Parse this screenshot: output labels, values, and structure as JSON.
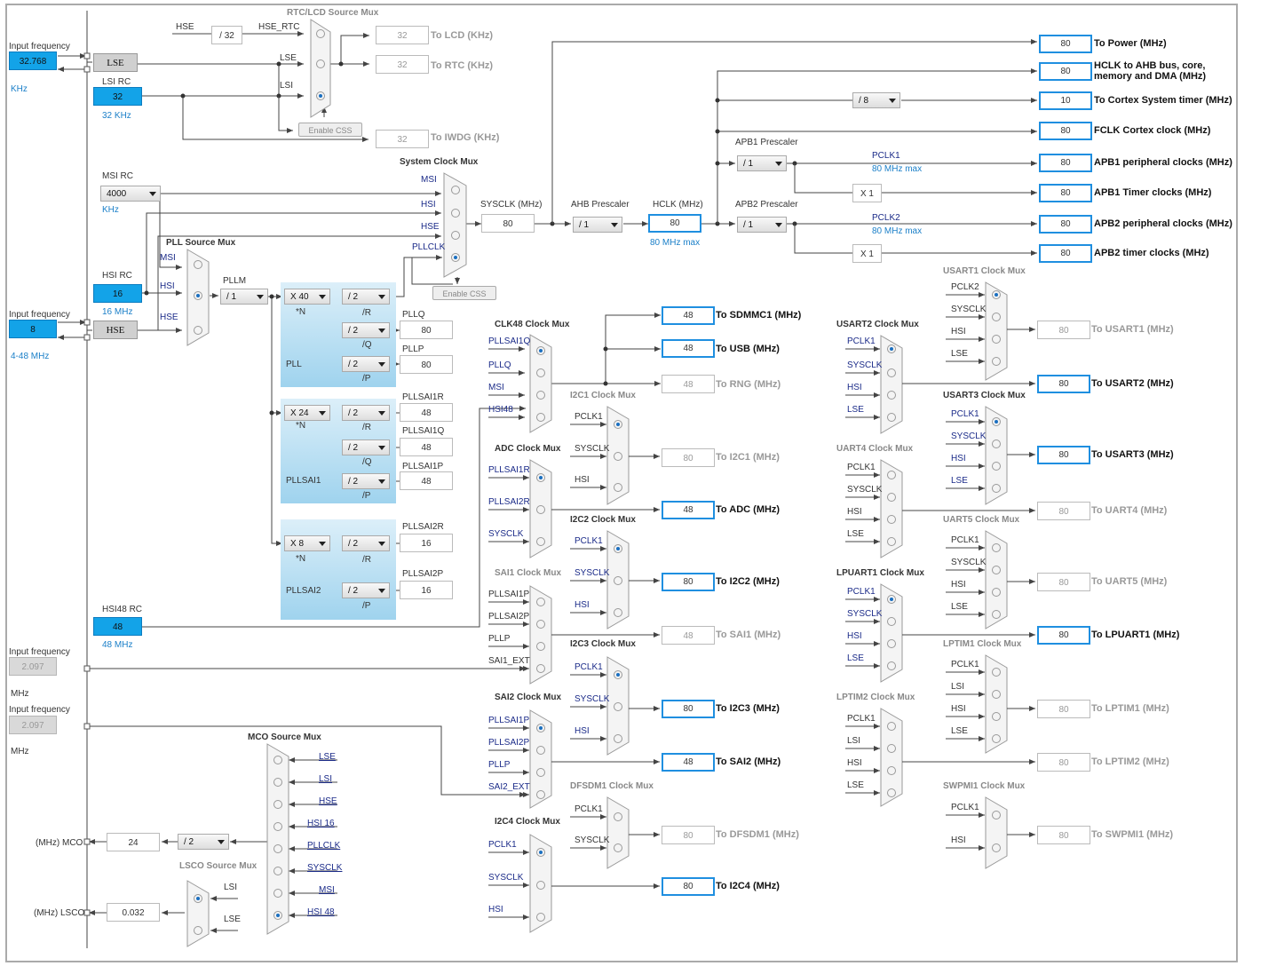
{
  "rtc": {
    "title": "RTC/LCD Source Mux",
    "hse_label": "HSE",
    "div32": "/ 32",
    "hse_rtc": "HSE_RTC",
    "lse": "LSE",
    "lsi": "LSI",
    "enable_css": "Enable CSS",
    "lcd_value": "32",
    "lcd_label": "To LCD (KHz)",
    "rtc_value": "32",
    "rtc_label": "To RTC (KHz)",
    "iwdg_value": "32",
    "iwdg_label": "To IWDG (KHz)"
  },
  "lse_in": {
    "title": "Input frequency",
    "value": "32.768",
    "unit": "KHz",
    "button": "LSE"
  },
  "lsi_rc": {
    "title": "LSI RC",
    "value": "32",
    "unit": "32 KHz"
  },
  "msi_rc": {
    "title": "MSI RC",
    "value": "4000",
    "unit": "KHz"
  },
  "hsi_rc": {
    "title": "HSI RC",
    "value": "16",
    "unit": "16 MHz"
  },
  "hse_in": {
    "title": "Input frequency",
    "value": "8",
    "unit": "4-48 MHz",
    "button": "HSE"
  },
  "hsi48_rc": {
    "title": "HSI48 RC",
    "value": "48",
    "unit": "48 MHz"
  },
  "ext1": {
    "title": "Input frequency",
    "value": "2.097",
    "unit": "MHz"
  },
  "ext2": {
    "title": "Input frequency",
    "value": "2.097",
    "unit": "MHz"
  },
  "sysmux": {
    "title": "System Clock Mux",
    "msi": "MSI",
    "hsi": "HSI",
    "hse": "HSE",
    "pllclk": "PLLCLK",
    "enable_css": "Enable CSS",
    "sysclk_label": "SYSCLK (MHz)",
    "sysclk_value": "80"
  },
  "ahb": {
    "title": "AHB Prescaler",
    "value": "/ 1",
    "hclk_label": "HCLK (MHz)",
    "hclk_value": "80",
    "hclk_max": "80 MHz max"
  },
  "cortex_div": "/ 8",
  "apb1": {
    "title": "APB1 Prescaler",
    "value": "/ 1",
    "pclk": "PCLK1",
    "max": "80 MHz max",
    "x1": "X 1"
  },
  "apb2": {
    "title": "APB2 Prescaler",
    "value": "/ 1",
    "pclk": "PCLK2",
    "max": "80 MHz max",
    "x1": "X 1"
  },
  "outputs": [
    {
      "value": "80",
      "label": "To Power (MHz)"
    },
    {
      "value": "80",
      "label": "HCLK to AHB bus, core,",
      "label2": "memory and DMA (MHz)"
    },
    {
      "value": "10",
      "label": "To Cortex System timer (MHz)"
    },
    {
      "value": "80",
      "label": "FCLK Cortex clock (MHz)"
    },
    {
      "value": "80",
      "label": "APB1 peripheral clocks (MHz)"
    },
    {
      "value": "80",
      "label": "APB1 Timer clocks (MHz)"
    },
    {
      "value": "80",
      "label": "APB2 peripheral clocks (MHz)"
    },
    {
      "value": "80",
      "label": "APB2 timer clocks (MHz)"
    }
  ],
  "pll": {
    "title": "PLL Source Mux",
    "msi": "MSI",
    "hsi": "HSI",
    "hse": "HSE",
    "pllm_label": "PLLM",
    "pllm": "/ 1",
    "n": "X 40",
    "n_label": "*N",
    "r": "/ 2",
    "r_label": "/R",
    "q": "/ 2",
    "q_label": "/Q",
    "p": "/ 2",
    "p_label": "/P",
    "name": "PLL",
    "pllq_label": "PLLQ",
    "pllq_value": "80",
    "pllp_label": "PLLP",
    "pllp_value": "80"
  },
  "pllsai1": {
    "n": "X 24",
    "n_label": "*N",
    "r": "/ 2",
    "r_label": "/R",
    "q": "/ 2",
    "q_label": "/Q",
    "p": "/ 2",
    "p_label": "/P",
    "name": "PLLSAI1",
    "r_out_label": "PLLSAI1R",
    "r_out": "48",
    "q_out_label": "PLLSAI1Q",
    "q_out": "48",
    "p_out_label": "PLLSAI1P",
    "p_out": "48"
  },
  "pllsai2": {
    "n": "X 8",
    "n_label": "*N",
    "r": "/ 2",
    "r_label": "/R",
    "p": "/ 2",
    "p_label": "/P",
    "name": "PLLSAI2",
    "r_out_label": "PLLSAI2R",
    "r_out": "16",
    "p_out_label": "PLLSAI2P",
    "p_out": "16"
  },
  "clk48": {
    "title": "CLK48 Clock Mux",
    "in": [
      "PLLSAI1Q",
      "PLLQ",
      "MSI",
      "HSI48"
    ]
  },
  "sdmmc": {
    "value": "48",
    "label": "To SDMMC1 (MHz)"
  },
  "usb": {
    "value": "48",
    "label": "To USB (MHz)"
  },
  "rng": {
    "value": "48",
    "label": "To RNG (MHz)"
  },
  "i2c1": {
    "title": "I2C1 Clock Mux",
    "in": [
      "PCLK1",
      "SYSCLK",
      "HSI"
    ],
    "value": "80",
    "label": "To I2C1 (MHz)"
  },
  "adc": {
    "title": "ADC Clock Mux",
    "in": [
      "PLLSAI1R",
      "PLLSAI2R",
      "SYSCLK"
    ],
    "value": "48",
    "label": "To ADC (MHz)"
  },
  "i2c2": {
    "title": "I2C2 Clock Mux",
    "in": [
      "PCLK1",
      "SYSCLK",
      "HSI"
    ],
    "value": "80",
    "label": "To I2C2 (MHz)"
  },
  "sai1": {
    "title": "SAI1 Clock Mux",
    "in": [
      "PLLSAI1P",
      "PLLSAI2P",
      "PLLP",
      "SAI1_EXT"
    ],
    "value": "48",
    "label": "To SAI1 (MHz)"
  },
  "i2c3": {
    "title": "I2C3 Clock Mux",
    "in": [
      "PCLK1",
      "SYSCLK",
      "HSI"
    ],
    "value": "80",
    "label": "To I2C3 (MHz)"
  },
  "sai2": {
    "title": "SAI2 Clock Mux",
    "in": [
      "PLLSAI1P",
      "PLLSAI2P",
      "PLLP",
      "SAI2_EXT"
    ],
    "value": "48",
    "label": "To SAI2 (MHz)"
  },
  "dfsdm1": {
    "title": "DFSDM1 Clock Mux",
    "in": [
      "PCLK1",
      "SYSCLK"
    ],
    "value": "80",
    "label": "To DFSDM1 (MHz)"
  },
  "i2c4": {
    "title": "I2C4 Clock Mux",
    "in": [
      "PCLK1",
      "SYSCLK",
      "HSI"
    ],
    "value": "80",
    "label": "To I2C4 (MHz)"
  },
  "usart1": {
    "title": "USART1 Clock Mux",
    "in": [
      "PCLK2",
      "SYSCLK",
      "HSI",
      "LSE"
    ],
    "value": "80",
    "label": "To USART1 (MHz)"
  },
  "usart2": {
    "title": "USART2 Clock Mux",
    "in": [
      "PCLK1",
      "SYSCLK",
      "HSI",
      "LSE"
    ],
    "value": "80",
    "label": "To USART2 (MHz)"
  },
  "usart3": {
    "title": "USART3 Clock Mux",
    "in": [
      "PCLK1",
      "SYSCLK",
      "HSI",
      "LSE"
    ],
    "value": "80",
    "label": "To USART3 (MHz)"
  },
  "uart4": {
    "title": "UART4 Clock Mux",
    "in": [
      "PCLK1",
      "SYSCLK",
      "HSI",
      "LSE"
    ],
    "value": "80",
    "label": "To UART4 (MHz)"
  },
  "uart5": {
    "title": "UART5 Clock Mux",
    "in": [
      "PCLK1",
      "SYSCLK",
      "HSI",
      "LSE"
    ],
    "value": "80",
    "label": "To UART5 (MHz)"
  },
  "lpuart1": {
    "title": "LPUART1 Clock Mux",
    "in": [
      "PCLK1",
      "SYSCLK",
      "HSI",
      "LSE"
    ],
    "value": "80",
    "label": "To LPUART1 (MHz)"
  },
  "lptim1": {
    "title": "LPTIM1 Clock Mux",
    "in": [
      "PCLK1",
      "LSI",
      "HSI",
      "LSE"
    ],
    "value": "80",
    "label": "To LPTIM1 (MHz)"
  },
  "lptim2": {
    "title": "LPTIM2 Clock Mux",
    "in": [
      "PCLK1",
      "LSI",
      "HSI",
      "LSE"
    ],
    "value": "80",
    "label": "To LPTIM2 (MHz)"
  },
  "swpmi1": {
    "title": "SWPMI1 Clock Mux",
    "in": [
      "PCLK1",
      "HSI"
    ],
    "value": "80",
    "label": "To SWPMI1 (MHz)"
  },
  "mco": {
    "title": "MCO Source Mux",
    "in": [
      "LSE",
      "LSI",
      "HSE",
      "HSI 16",
      "PLLCLK",
      "SYSCLK",
      "MSI",
      "HSI 48"
    ],
    "div": "/ 2",
    "value": "24",
    "label": "(MHz) MCO"
  },
  "lsco": {
    "title": "LSCO Source Mux",
    "in": [
      "LSI",
      "LSE"
    ],
    "value": "0.032",
    "label": "(MHz) LSCO"
  }
}
